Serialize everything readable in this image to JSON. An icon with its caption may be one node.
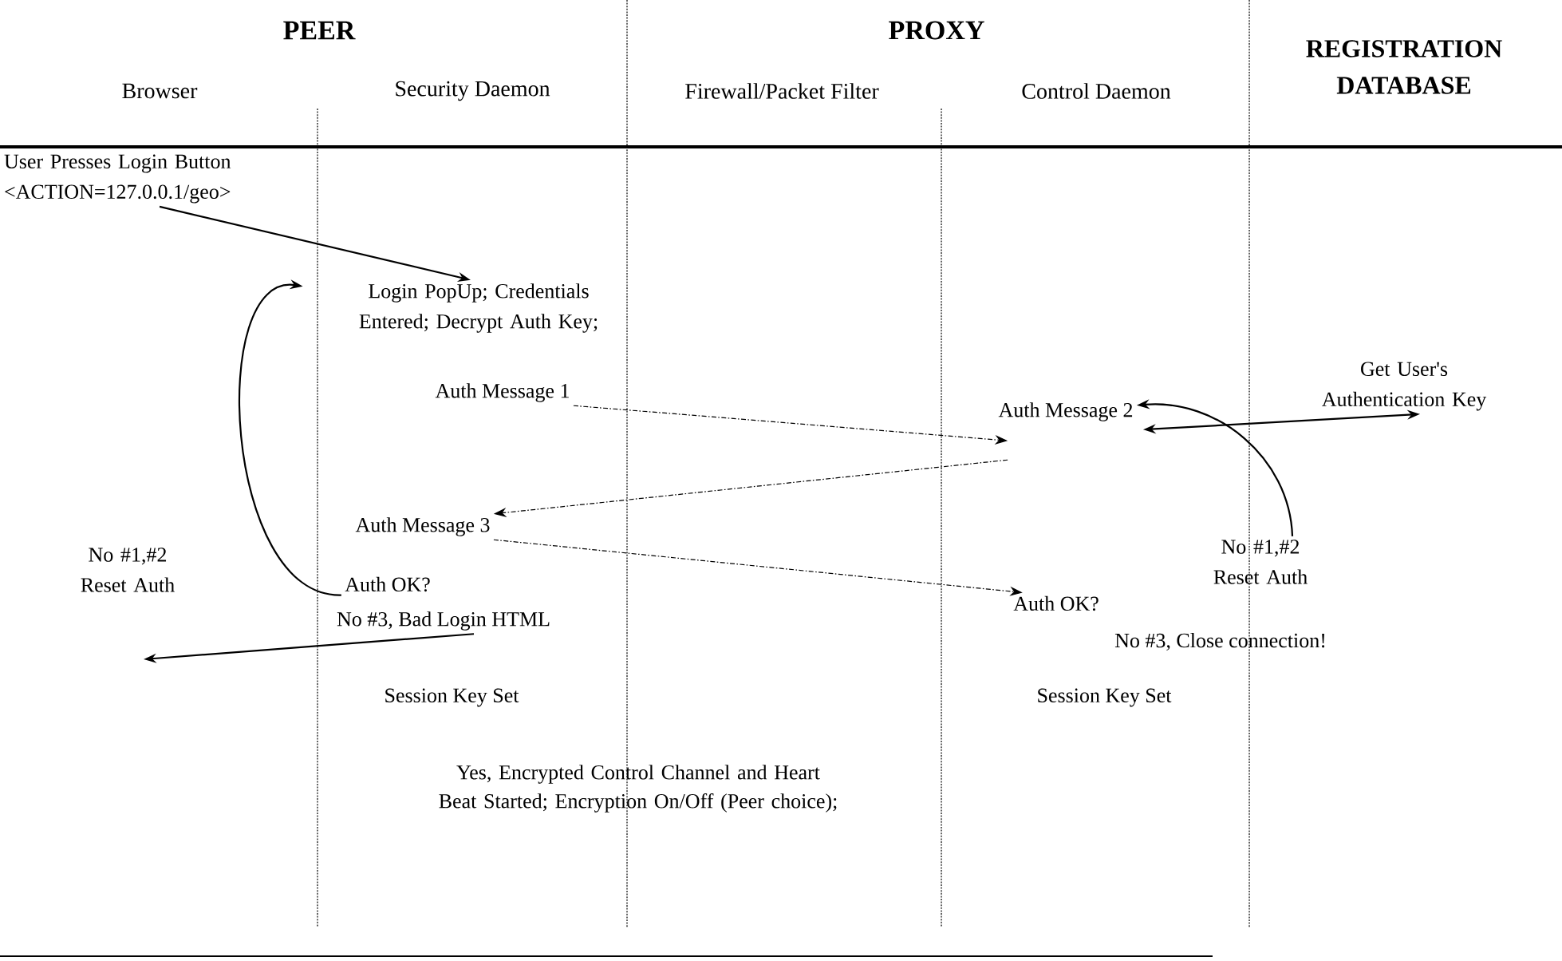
{
  "diagram": {
    "nodes": [
      {
        "text": [
          "User Presses Login Button <ACTION=127.0.0.1/geo>"
        ]
      },
      {
        "text": [
          "Login PopUp; Credentials Entered; Decrypt Auth Key;"
        ]
      },
      {
        "text": [
          "Auth Message 1"
        ]
      },
      {
        "text": [
          "Auth Message 2"
        ]
      },
      {
        "text": [
          "Get User's Authentication Key"
        ]
      },
      {
        "text": [
          "Auth Message 3"
        ]
      },
      {
        "text": [
          "No #1,#2 Reset Auth"
        ]
      },
      {
        "text": [
          "Auth OK?"
        ]
      },
      {
        "text": [
          "Auth OK?"
        ]
      },
      {
        "text": [
          "No #3, Bad Login HTML"
        ]
      }
    ],
    "edges": [
      {
        "from": 0,
        "to": 1,
        "arrow": "to"
      },
      {
        "from": 2,
        "to": 3,
        "arrow": "to",
        "style": "dashed"
      },
      {
        "from": 3,
        "to": 4,
        "arrow": "both"
      },
      {
        "from": 6,
        "to": 3,
        "arrow": "to"
      },
      {
        "from": 3,
        "to": 5,
        "arrow": "to",
        "style": "dashed"
      },
      {
        "from": 5,
        "to": 8,
        "arrow": "to",
        "style": "dashed"
      },
      {
        "from": 7,
        "to": 1,
        "arrow": "to",
        "label": "No #1,#2 Reset Auth"
      },
      {
        "from": 9,
        "to": null,
        "arrow": "to"
      }
    ],
    "labels": [
      "PEER",
      "PROXY",
      "REGISTRATION DATABASE",
      "Browser",
      "Security Daemon",
      "Firewall/Packet Filter",
      "Control Daemon",
      "No #3, Close connection!",
      "Session Key Set",
      "Session Key Set",
      "Yes, Encrypted Control Channel and Heart Beat Started; Encryption On/Off (Peer choice);"
    ]
  }
}
